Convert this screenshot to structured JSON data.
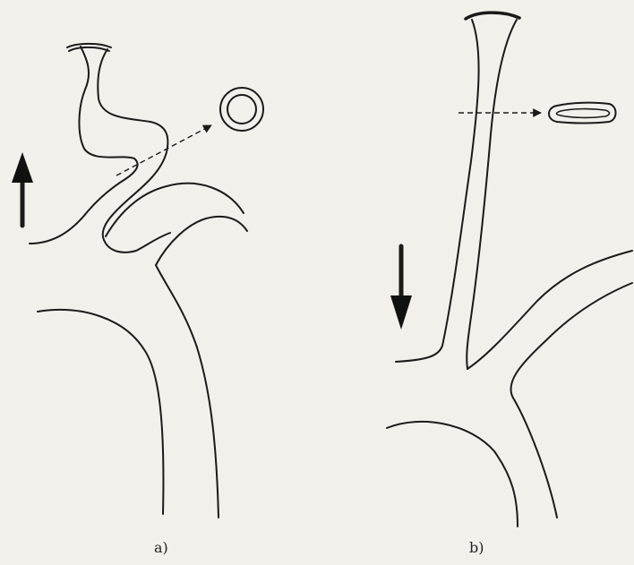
{
  "panels": [
    {
      "label": "a)",
      "arrow_direction": "up"
    },
    {
      "label": "b)",
      "arrow_direction": "down"
    }
  ],
  "colors": {
    "background": "#f1f0ea",
    "ink": "#1a1a1a"
  }
}
